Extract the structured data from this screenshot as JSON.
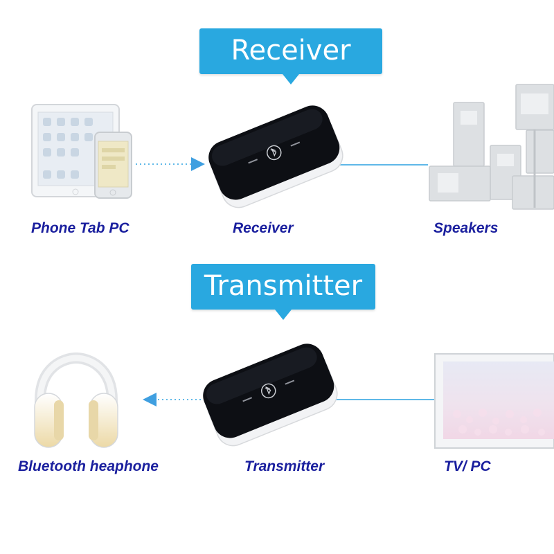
{
  "colors": {
    "accent": "#29a8e0",
    "label": "#1a1f9e",
    "link_line": "#5fb8e8",
    "device_body": "#0d0f14",
    "device_base": "#f2f3f5",
    "ghost": "#d9dde0"
  },
  "receiver_section": {
    "callout": "Receiver",
    "source_label": "Phone Tab PC",
    "device_label": "Receiver",
    "target_label": "Speakers",
    "source_icon": "tablet-phone-icon",
    "device_icon": "bluetooth-adapter-icon",
    "target_icon": "speakers-icon"
  },
  "transmitter_section": {
    "callout": "Transmitter",
    "target_label": "Bluetooth heaphone",
    "device_label": "Transmitter",
    "source_label": "TV/ PC",
    "target_icon": "headphones-icon",
    "device_icon": "bluetooth-adapter-icon",
    "source_icon": "tv-monitor-icon"
  }
}
